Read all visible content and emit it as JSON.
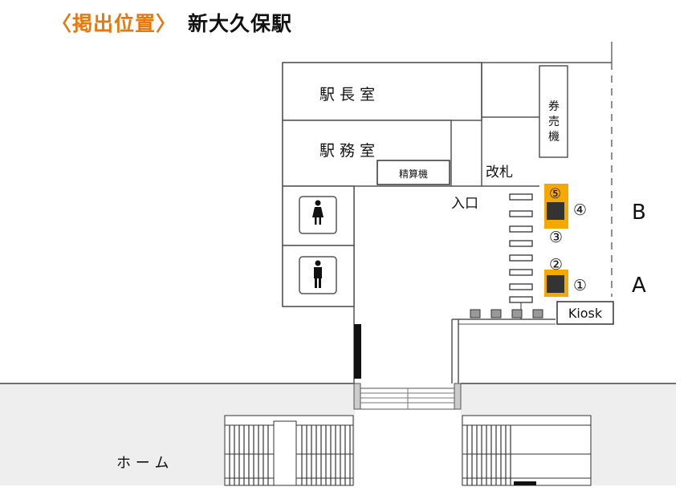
{
  "header": {
    "label": "〈掲出位置〉",
    "station": "新大久保駅"
  },
  "rooms": {
    "stationmaster": "駅 長 室",
    "office": "駅 務 室",
    "fare_adjust": "精算機",
    "ticket_machine": [
      "券",
      "売",
      "機"
    ],
    "ticket_gate": "改札",
    "entrance": "入口",
    "kiosk": "Kiosk",
    "platform": "ホ ー ム"
  },
  "markers": {
    "m1": "①",
    "m2": "②",
    "m3": "③",
    "m4": "④",
    "m5": "⑤"
  },
  "zones": {
    "a": "A",
    "b": "B"
  },
  "colors": {
    "title_orange": "#E8780C",
    "marker_highlight": "#F5A800",
    "platform_gray": "#EEEEEE"
  }
}
